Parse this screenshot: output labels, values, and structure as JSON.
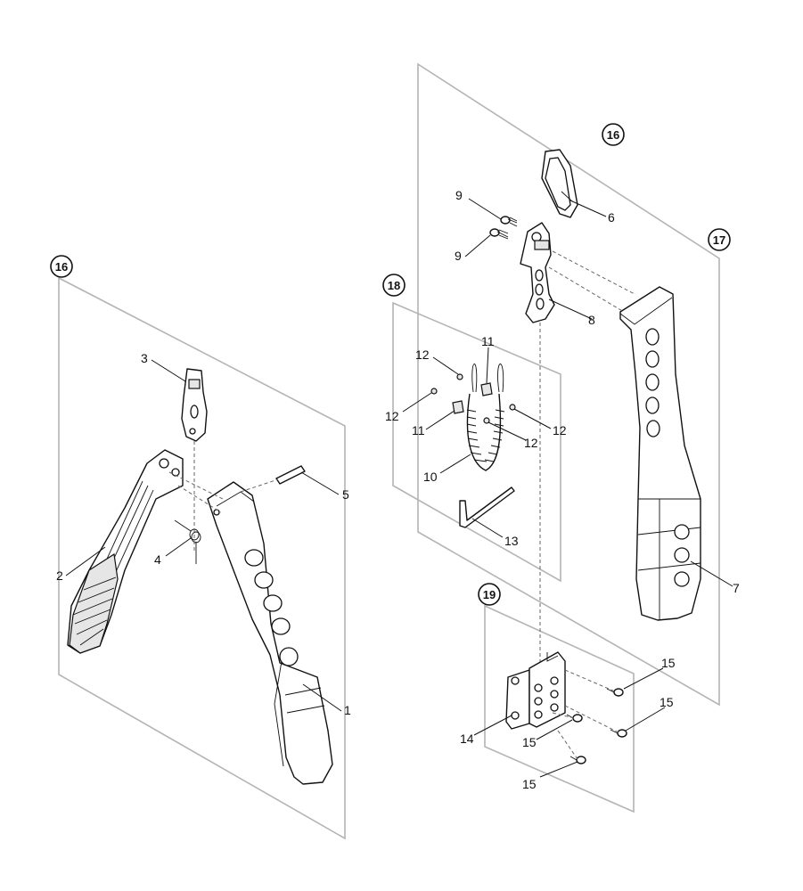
{
  "callouts": {
    "c1": "1",
    "c2": "2",
    "c3": "3",
    "c4": "4",
    "c5": "5",
    "c6": "6",
    "c7": "7",
    "c8": "8",
    "c9a": "9",
    "c9b": "9",
    "c10": "10",
    "c11a": "11",
    "c11b": "11",
    "c12a": "12",
    "c12b": "12",
    "c12c": "12",
    "c12d": "12",
    "c13": "13",
    "c14": "14",
    "c15a": "15",
    "c15b": "15",
    "c15c": "15",
    "c15d": "15"
  },
  "assembly_refs": {
    "left_panel": "16",
    "carabiner_ref": "16",
    "tall_panel": "17",
    "tether_panel": "18",
    "bracket_panel": "19"
  }
}
